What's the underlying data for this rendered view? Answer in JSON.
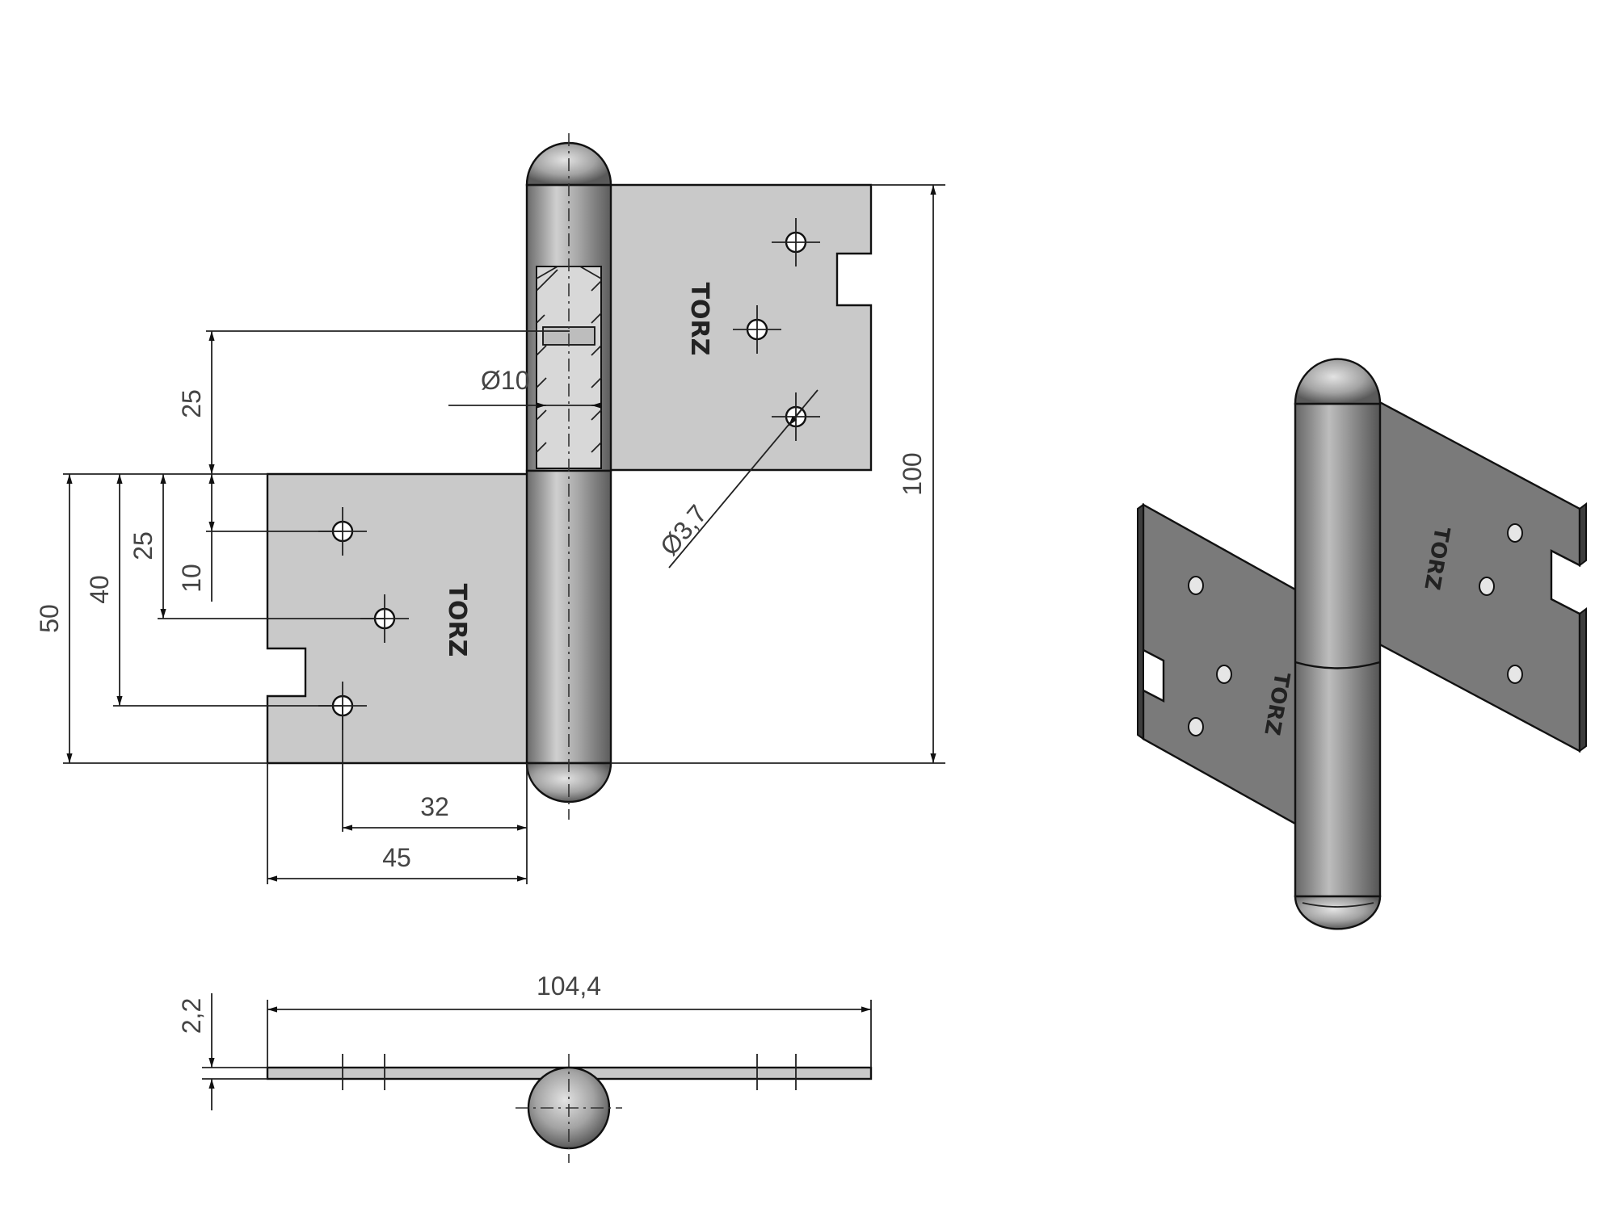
{
  "drawing": {
    "front_view": {
      "dimensions": {
        "pin_diameter": "Ø10",
        "hole_diameter": "Ø3,7",
        "upper_offset": "25",
        "overall_height": "100",
        "hole_spacing_a": "25",
        "hole_spacing_b": "10",
        "hole_spacing_c": "40",
        "plate_height": "50",
        "hole_to_pin": "32",
        "plate_width": "45"
      }
    },
    "side_view": {
      "dimensions": {
        "overall_length": "104,4",
        "thickness": "2,2"
      }
    },
    "logo_text": "TORZ"
  },
  "colors": {
    "plate_light": "#c9c9c9",
    "plate_dark": "#7a7a7a",
    "line": "#111111"
  }
}
